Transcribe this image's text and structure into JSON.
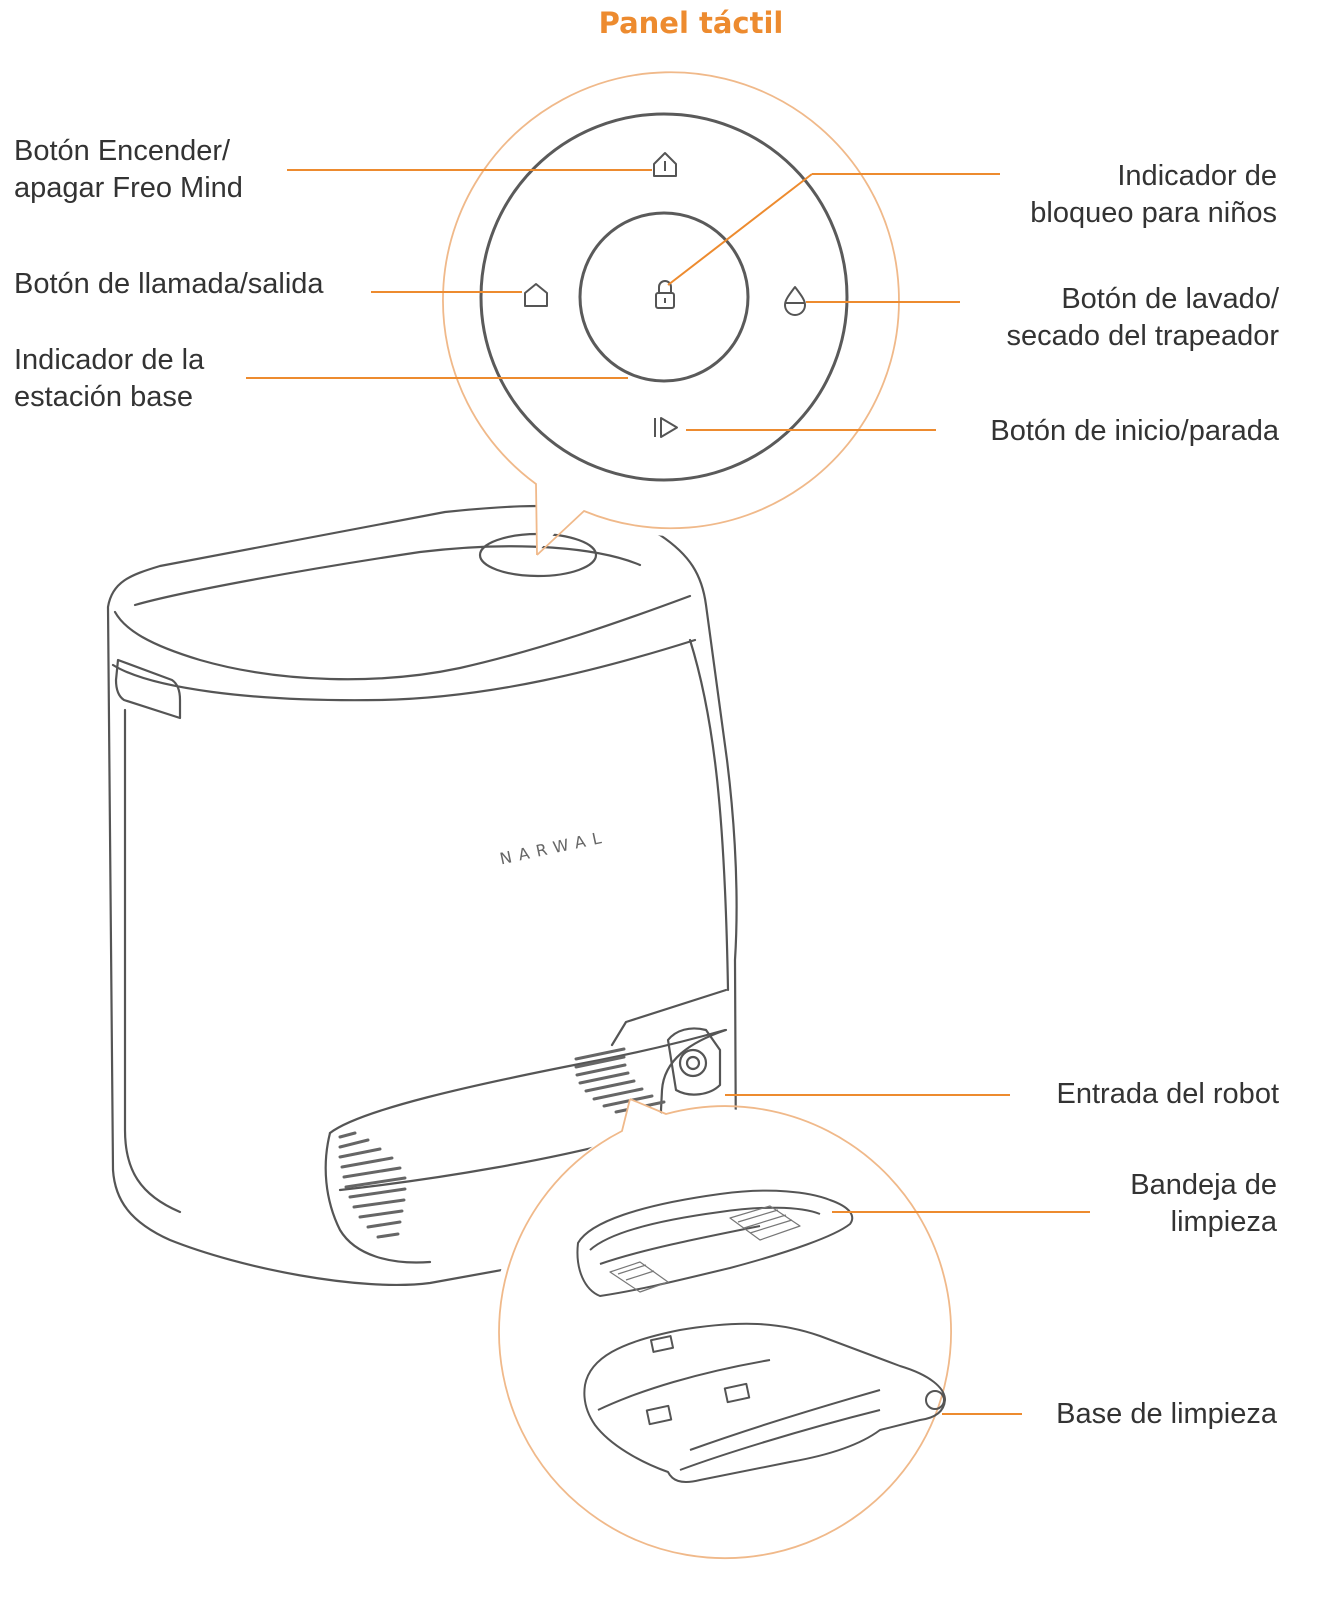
{
  "title": "Panel táctil",
  "brand": "NARWAL",
  "accent_color": "#ed8b2f",
  "labels": {
    "power_button": [
      "Botón Encender/",
      "apagar Freo Mind"
    ],
    "recall_button": [
      "Botón de llamada/salida"
    ],
    "base_indicator": [
      "Indicador de la",
      "estación base"
    ],
    "child_lock": [
      "Indicador de",
      "bloqueo para niños"
    ],
    "mop_wash": [
      "Botón de lavado/",
      "secado del trapeador"
    ],
    "start_stop": [
      "Botón de inicio/parada"
    ],
    "robot_entrance": [
      "Entrada del robot"
    ],
    "cleaning_tray": [
      "Bandeja de",
      "limpieza"
    ],
    "cleaning_base": [
      "Base de limpieza"
    ]
  },
  "icons": {
    "power": "power-home-icon",
    "recall": "home-icon",
    "lock": "lock-icon",
    "mop": "water-drop-icon",
    "start": "play-pause-icon"
  }
}
